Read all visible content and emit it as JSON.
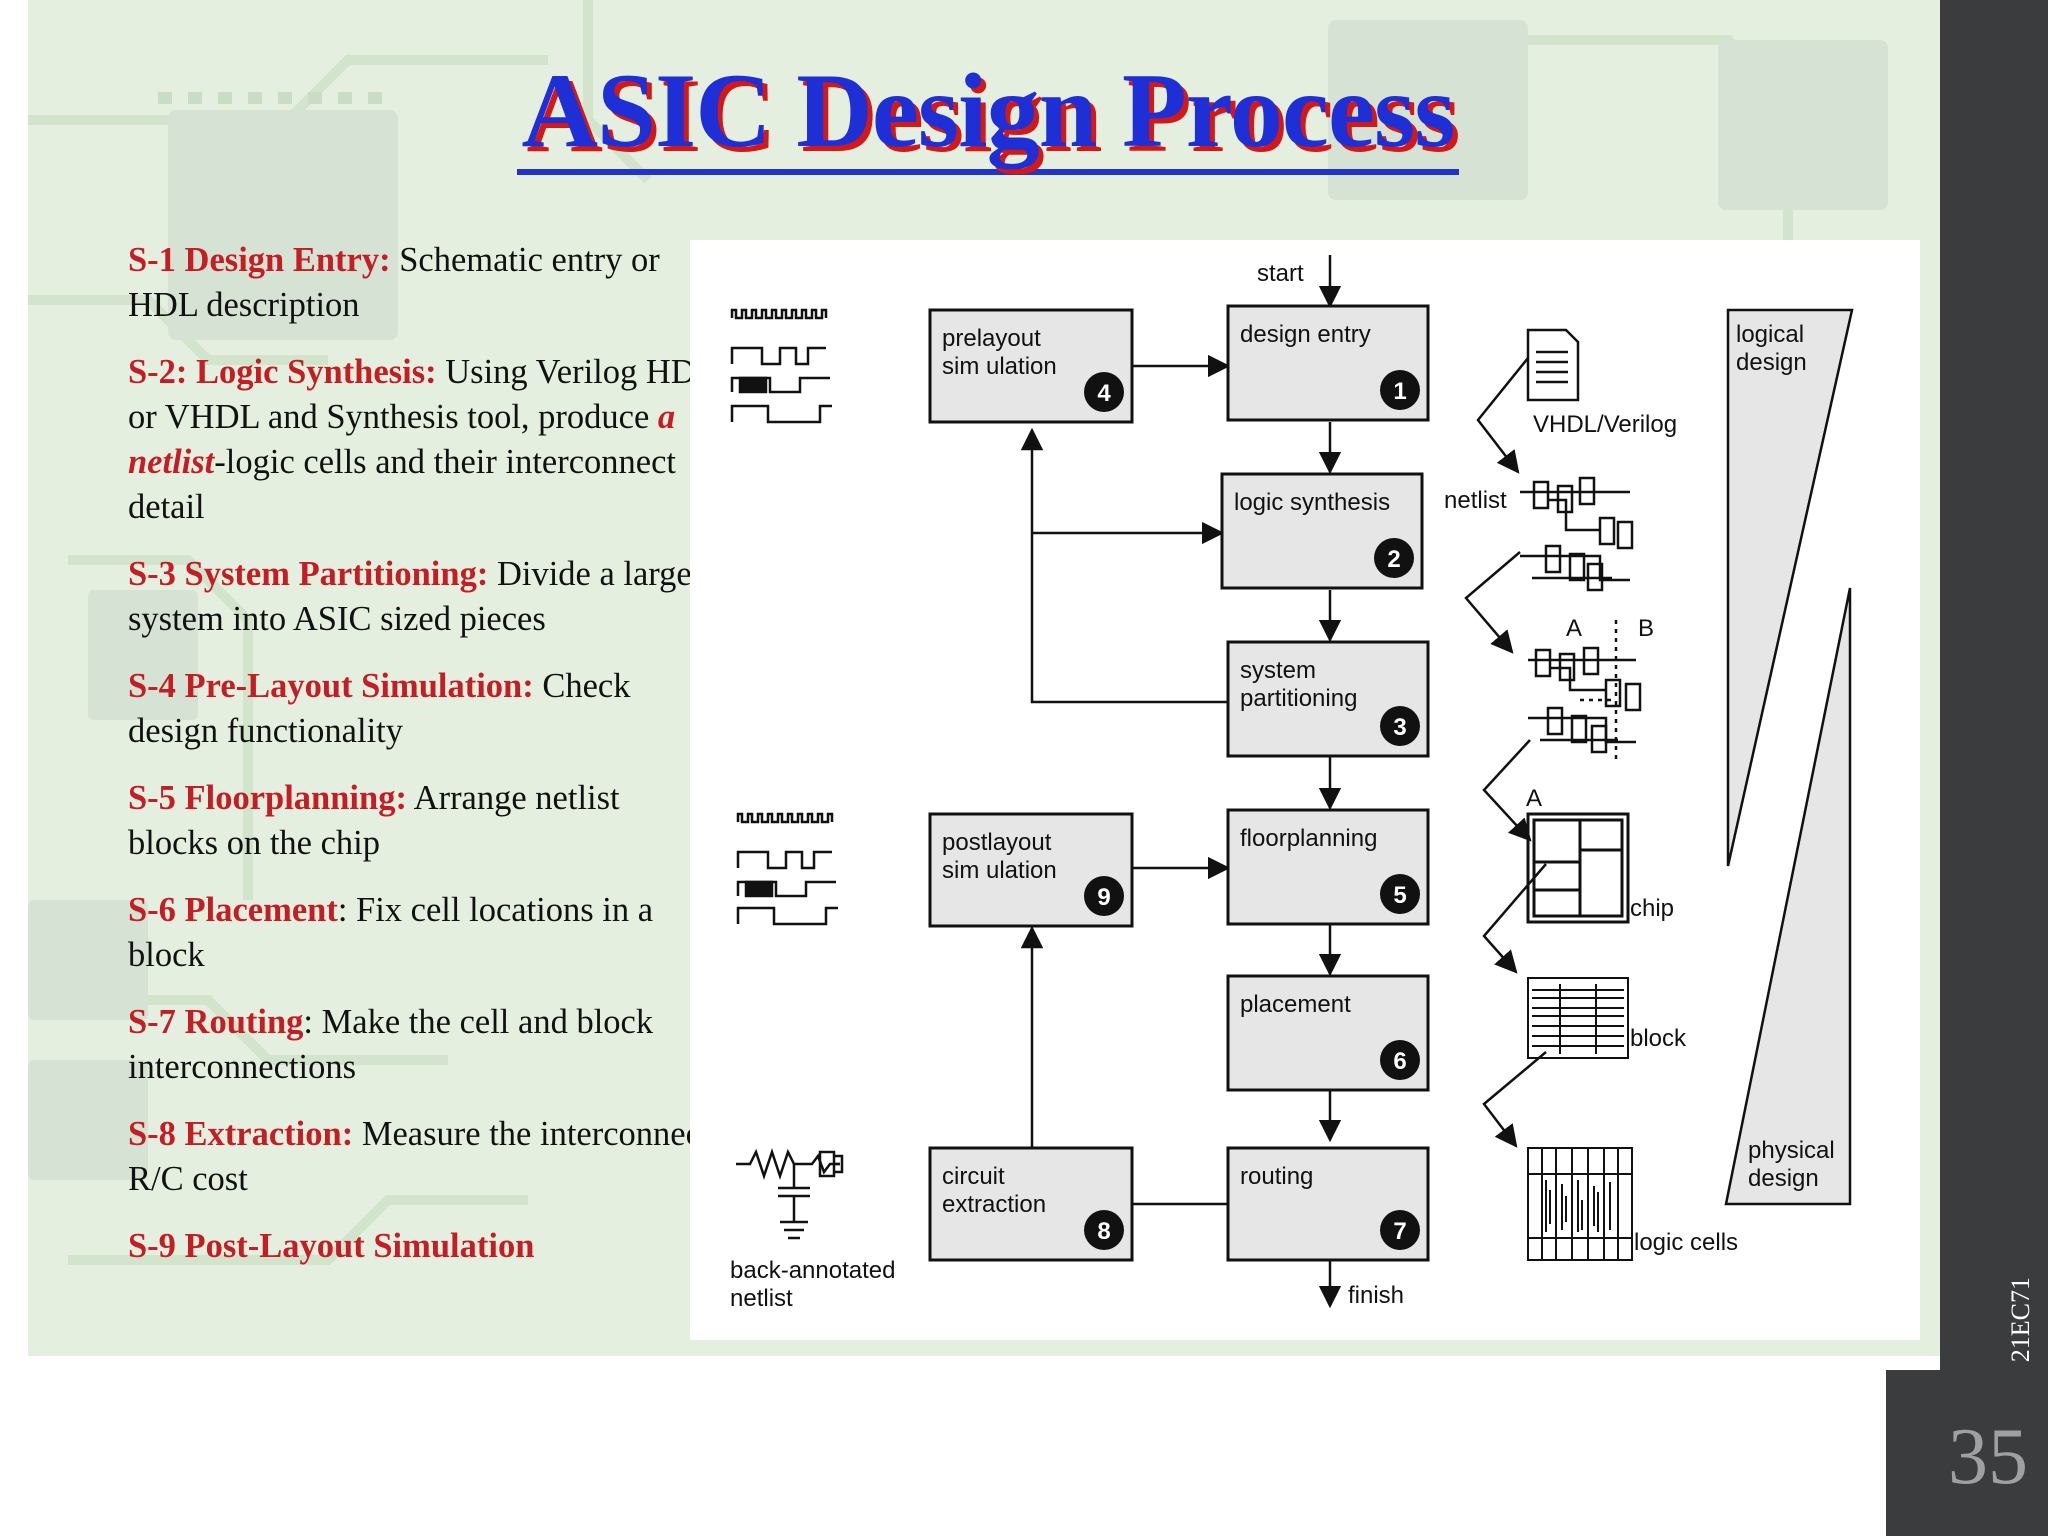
{
  "title": "ASIC Design Process",
  "course_code": "21EC71",
  "page_number": "35",
  "steps": [
    {
      "head": "S-1 Design Entry:",
      "body": " Schematic entry or HDL description"
    },
    {
      "head": "S-2: Logic Synthesis:",
      "body": " Using Verilog HDL or VHDL and Synthesis tool, produce ",
      "emph": "a netlist",
      "tail": "-logic cells and their interconnect detail"
    },
    {
      "head": "S-3 System Partitioning:",
      "body": " Divide a large system into ASIC sized pieces"
    },
    {
      "head": "S-4 Pre-Layout Simulation:",
      "body": " Check design functionality"
    },
    {
      "head": "S-5 Floorplanning:",
      "body": " Arrange  netlist blocks on the chip"
    },
    {
      "head": "S-6 Placement",
      "body": ": Fix cell locations in a block"
    },
    {
      "head": "S-7 Routing",
      "body": ": Make the cell and block interconnections"
    },
    {
      "head": "S-8 Extraction:",
      "body": " Measure the interconnect R/C cost"
    },
    {
      "head": "S-9 Post-Layout Simulation",
      "body": ""
    }
  ],
  "diagram": {
    "start": "start",
    "finish": "finish",
    "boxes": [
      {
        "id": "design-entry",
        "line1": "design entry",
        "line2": "",
        "num": "1"
      },
      {
        "id": "logic-synthesis",
        "line1": "logic synthesis",
        "line2": "",
        "num": "2"
      },
      {
        "id": "system-partitioning",
        "line1": "system",
        "line2": "partitioning",
        "num": "3"
      },
      {
        "id": "prelayout-simulation",
        "line1": "prelayout",
        "line2": "sim ulation",
        "num": "4"
      },
      {
        "id": "floorplanning",
        "line1": "floorplanning",
        "line2": "",
        "num": "5"
      },
      {
        "id": "placement",
        "line1": "placement",
        "line2": "",
        "num": "6"
      },
      {
        "id": "routing",
        "line1": "routing",
        "line2": "",
        "num": "7"
      },
      {
        "id": "circuit-extraction",
        "line1": "circuit",
        "line2": "extraction",
        "num": "8"
      },
      {
        "id": "postlayout-simulation",
        "line1": "postlayout",
        "line2": "sim ulation",
        "num": "9"
      }
    ],
    "labels": {
      "vhdl": "VHDL/Verilog",
      "netlist": "netlist",
      "label_a1": "A",
      "label_b": "B",
      "label_a2": "A",
      "chip": "chip",
      "block": "block",
      "logic_cells": "logic cells",
      "logical_1": "logical",
      "logical_2": "design",
      "physical_1": "physical",
      "physical_2": "design",
      "backann_1": "back-annotated",
      "backann_2": "netlist"
    }
  }
}
